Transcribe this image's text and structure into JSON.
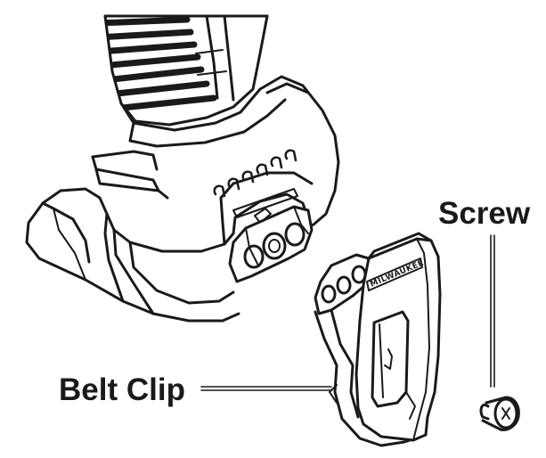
{
  "callouts": {
    "screw": "Screw",
    "belt_clip": "Belt Clip"
  },
  "brand_mark": "MILWAUKEE",
  "colors": {
    "line": "#1a1a1a",
    "background": "#ffffff"
  }
}
